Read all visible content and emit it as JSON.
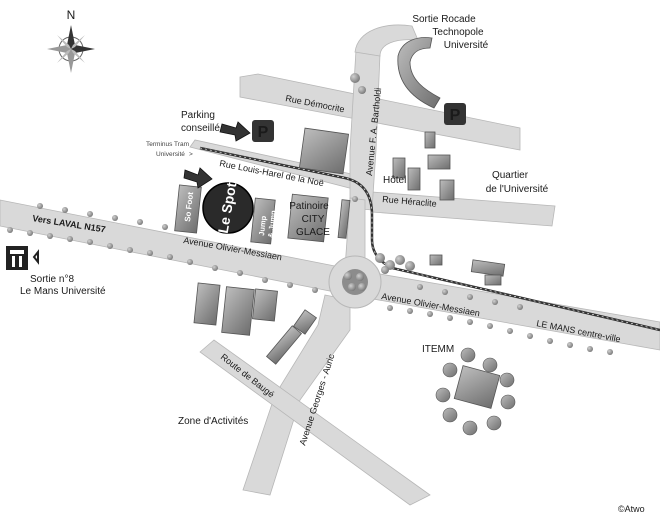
{
  "compass": {
    "north_label": "N"
  },
  "labels": {
    "sortie_rocade": [
      "Sortie Rocade",
      "Technopole",
      "Université"
    ],
    "rue_democrite": "Rue  Démocrite",
    "parking_conseille": [
      "Parking",
      "conseillé"
    ],
    "parking_letter": "P",
    "terminus_tram": [
      "Terminus Tram",
      "Université"
    ],
    "rue_louis_harel": "Rue Louis-Harel de la Noë",
    "avenue_bartholdi": "Avenue  F. A. Bartholdi",
    "hotel": "Hôtel",
    "quartier": [
      "Quartier",
      "de l'Université"
    ],
    "rue_heraclite": "Rue Héraclite",
    "patinoire": [
      "Patinoire",
      "CITY",
      "GLACE"
    ],
    "so_foot": "So Foot",
    "le_spot": "Le Spot",
    "jump": [
      "Jump",
      "& Jump"
    ],
    "vers_laval": "Vers LAVAL  N157",
    "avenue_olivier_1": "Avenue Olivier-Messiaen",
    "avenue_olivier_2": "Avenue Olivier-Messiaen",
    "sortie8": [
      "Sortie n°8",
      "Le Mans Université"
    ],
    "le_mans_centre": "LE MANS centre-ville",
    "itemm": "ITEMM",
    "route_bauge": "Route de Baugé",
    "avenue_georges": "Avenue  Georges - Auric",
    "zone_activites": "Zone d'Activités",
    "copyright": "©Atwo"
  }
}
